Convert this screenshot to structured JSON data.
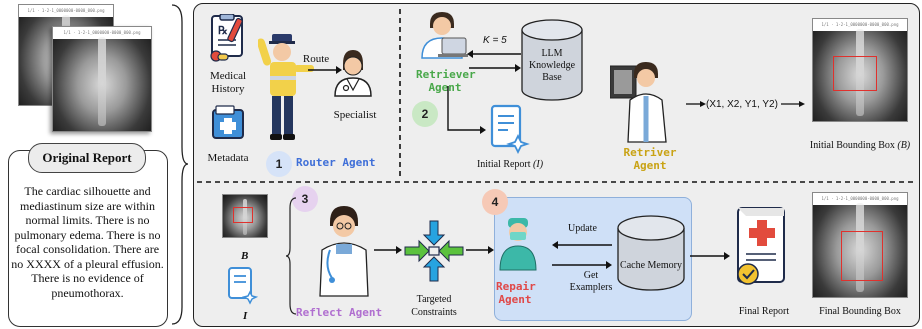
{
  "left": {
    "original_report_title": "Original Report",
    "original_report_text": "The cardiac silhouette and mediastinum size are within normal limits. There is no pulmonary edema. There is no focal consolidation. There are no XXXX of a pleural effusion. There is no evidence of pneumothorax."
  },
  "router": {
    "medical_history": "Medical History",
    "metadata": "Metadata",
    "route": "Route",
    "specialist": "Specialist",
    "step": "1",
    "agent_name": "Router Agent"
  },
  "retriever": {
    "agent_name": "Retriever Agent",
    "k_label": "K = 5",
    "kb_label": "LLM Knowledge Base",
    "step": "2",
    "initial_report": "Initial Report",
    "initial_report_sym": "(I)"
  },
  "retriver2": {
    "agent_name": "Retriver Agent",
    "coords": "(X1, X2, Y1, Y2)",
    "initial_bbox": "Initial Bounding Box",
    "initial_bbox_sym": "(B)"
  },
  "reflect": {
    "step": "3",
    "b_label": "B",
    "i_label": "I",
    "agent_name": "Reflect Agent",
    "targeted": "Targeted Constraints"
  },
  "repair": {
    "step": "4",
    "agent_name": "Repair Agent",
    "update": "Update",
    "get_examplers": "Get Examplers",
    "cache": "Cache Memory"
  },
  "final": {
    "report": "Final Report",
    "bbox": "Final Bounding Box"
  },
  "colors": {
    "router_blue": "#3f6fd8",
    "retriever_green": "#49a84a",
    "retriver_gold": "#c9a315",
    "reflect_purple": "#b06fd0",
    "repair_red": "#e04848",
    "step1": "#d6e3f8",
    "step2": "#c9e8c4",
    "step3": "#e6d2ef",
    "step4": "#f6c9b6",
    "repair_panel": "#cfe0f7"
  }
}
